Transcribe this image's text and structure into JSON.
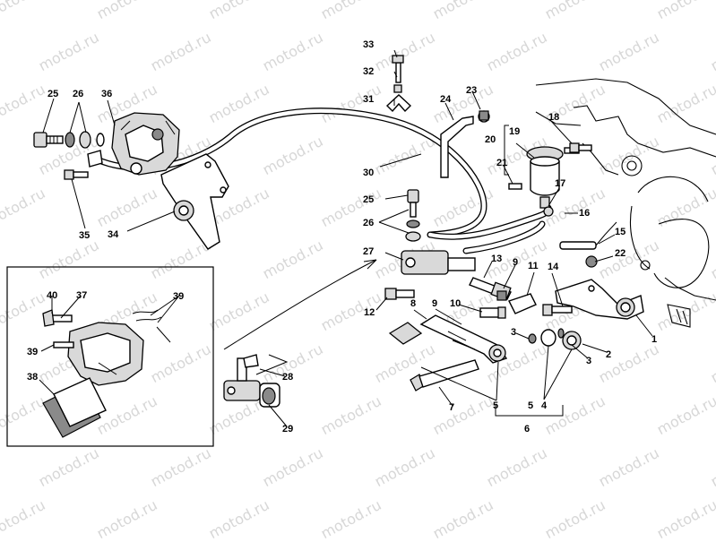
{
  "watermark_text": "motod.ru",
  "callouts": [
    "1",
    "2",
    "3",
    "3",
    "4",
    "5",
    "5",
    "6",
    "7",
    "8",
    "9",
    "9",
    "10",
    "11",
    "12",
    "13",
    "14",
    "15",
    "16",
    "17",
    "18",
    "19",
    "20",
    "21",
    "22",
    "23",
    "24",
    "25",
    "25",
    "26",
    "26",
    "27",
    "28",
    "29",
    "30",
    "31",
    "32",
    "33",
    "34",
    "35",
    "36",
    "37",
    "38",
    "39",
    "39",
    "40"
  ]
}
